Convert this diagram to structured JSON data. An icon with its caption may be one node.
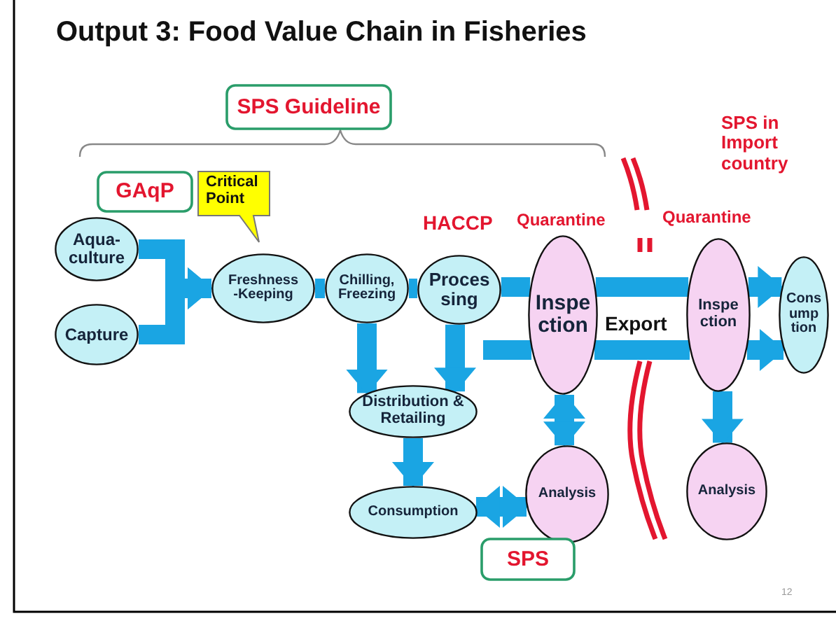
{
  "diagram": {
    "title": "Output 3: Food Value Chain in Fisheries",
    "nodes": [
      {
        "text": [
          "Aqua- culture"
        ]
      },
      {
        "text": [
          "Capture"
        ]
      },
      {
        "text": [
          "Freshness -Keeping"
        ]
      },
      {
        "text": [
          "Chilling, Freezing"
        ]
      },
      {
        "text": [
          "Proces sing"
        ]
      },
      {
        "text": [
          "Inspe ction"
        ]
      },
      {
        "text": [
          "Inspe ction"
        ]
      },
      {
        "text": [
          "Cons ump tion"
        ]
      },
      {
        "text": [
          "Distribution & Retailing"
        ]
      },
      {
        "text": [
          "Consumption"
        ]
      },
      {
        "text": [
          "Analysis"
        ]
      },
      {
        "text": [
          "Analysis"
        ]
      },
      {
        "text": [
          "SPS Guideline"
        ]
      },
      {
        "text": [
          "GAqP"
        ]
      },
      {
        "text": [
          "Critical Point"
        ]
      },
      {
        "text": [
          "SPS"
        ]
      }
    ],
    "edges": [
      {
        "from": 0,
        "to": 2,
        "arrow": "to"
      },
      {
        "from": 1,
        "to": 2,
        "arrow": "to"
      },
      {
        "from": 2,
        "to": 3,
        "arrow": "none"
      },
      {
        "from": 3,
        "to": 4,
        "arrow": "none"
      },
      {
        "from": 4,
        "to": 5,
        "arrow": "none"
      },
      {
        "from": 5,
        "to": 6,
        "arrow": "none"
      },
      {
        "from": 6,
        "to": 7,
        "arrow": "to"
      },
      {
        "from": 3,
        "to": 8,
        "arrow": "to"
      },
      {
        "from": 4,
        "to": 8,
        "arrow": "to"
      },
      {
        "from": null,
        "to": 5,
        "arrow": "none"
      },
      {
        "from": 5,
        "to": 6,
        "arrow": "none"
      },
      {
        "from": 6,
        "to": 7,
        "arrow": "to"
      },
      {
        "from": 8,
        "to": 9,
        "arrow": "to"
      },
      {
        "from": 9,
        "to": 10,
        "arrow": "both"
      },
      {
        "from": 5,
        "to": 10,
        "arrow": "both"
      },
      {
        "from": 6,
        "to": 11,
        "arrow": "to"
      }
    ],
    "labels": [
      "SPS in Import country",
      "HACCP",
      "Quarantine",
      "Quarantine",
      "Export",
      "12"
    ]
  }
}
